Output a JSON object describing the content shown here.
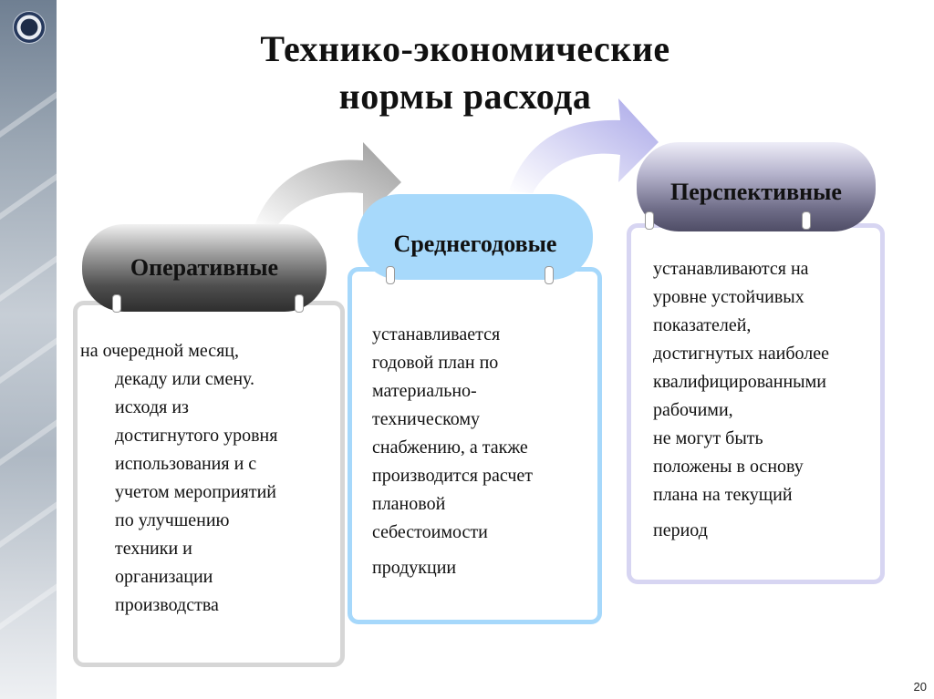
{
  "title": {
    "line1": "Технико-экономические",
    "line2": "нормы расхода"
  },
  "cards": {
    "operative": {
      "label": "Оперативные",
      "lines": [
        "на очередной месяц,",
        "декаду или смену.",
        "исходя из",
        "достигнутого уровня",
        "использования и с",
        "учетом мероприятий",
        "по улучшению",
        "техники и",
        "организации",
        "производства"
      ]
    },
    "average_annual": {
      "label": "Среднегодовые",
      "lines": [
        "устанавливается",
        "годовой план по",
        "материально-",
        "техническому",
        "снабжению, а также",
        "производится расчет",
        "плановой",
        "себестоимости",
        "продукции"
      ]
    },
    "prospective": {
      "label": "Перспективные",
      "lines": [
        "устанавливаются на",
        "уровне устойчивых",
        "показателей,",
        "достигнутых наиболее",
        "квалифицированными",
        "рабочими,",
        "не могут быть",
        "положены в основу",
        "плана на текущий",
        "период"
      ]
    }
  },
  "page_number": "20",
  "colors": {
    "operative_border": "#d6d6d6",
    "average_pill": "#a7d9fb",
    "average_border": "#a6d8fb",
    "prospective_border": "#d7d5f2"
  },
  "icons": {
    "arrow_1": "curved-arrow-right",
    "arrow_2": "curved-arrow-right",
    "logo": "circular-logo"
  }
}
